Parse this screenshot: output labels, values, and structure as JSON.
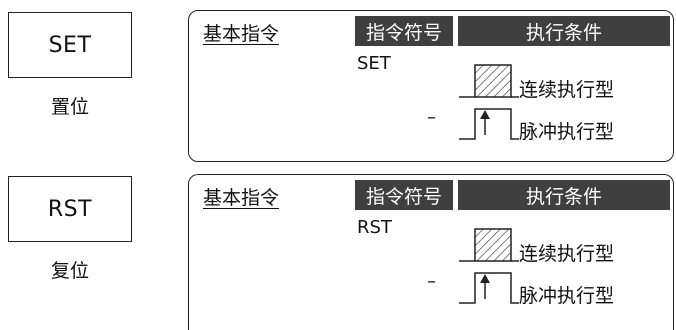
{
  "instructions": [
    {
      "mnemonic": "SET",
      "caption": "置位",
      "basic_label": "基本指令",
      "symbol_header": "指令符号",
      "condition_header": "执行条件",
      "symbol_value": "SET",
      "dash": "–",
      "condition_continuous": "连续执行型",
      "condition_pulse": "脉冲执行型"
    },
    {
      "mnemonic": "RST",
      "caption": "复位",
      "basic_label": "基本指令",
      "symbol_header": "指令符号",
      "condition_header": "执行条件",
      "symbol_value": "RST",
      "dash": "–",
      "condition_continuous": "连续执行型",
      "condition_pulse": "脉冲执行型"
    }
  ]
}
